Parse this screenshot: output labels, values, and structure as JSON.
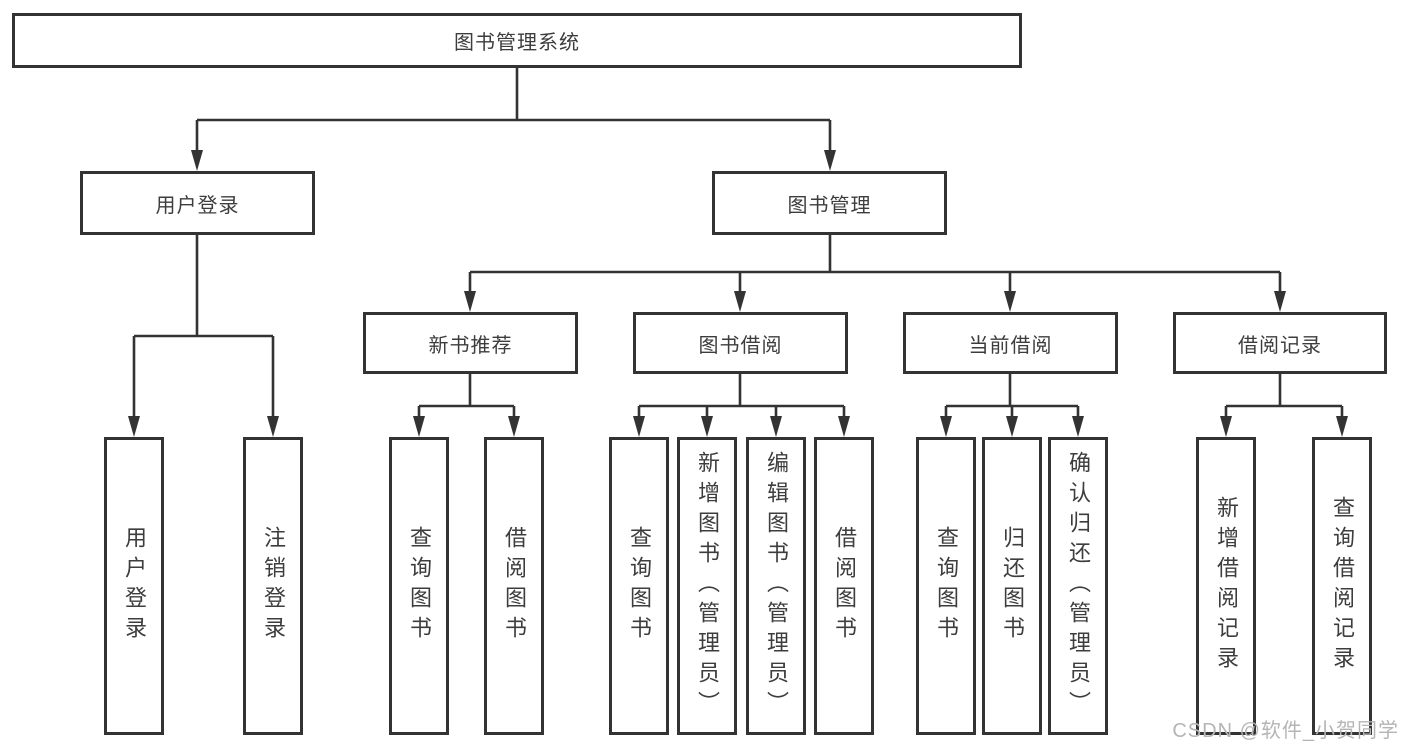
{
  "colors": {
    "line": "#333333",
    "text": "#3d3d3d",
    "watermark": "#b5b5b5",
    "background": "#ffffff"
  },
  "diagram": {
    "root": {
      "label": "图书管理系统"
    },
    "level2": [
      {
        "label": "用户登录"
      },
      {
        "label": "图书管理"
      }
    ],
    "level3": [
      {
        "label": "新书推荐"
      },
      {
        "label": "图书借阅"
      },
      {
        "label": "当前借阅"
      },
      {
        "label": "借阅记录"
      }
    ],
    "leaves": {
      "login": [
        {
          "label": "用户登录"
        },
        {
          "label": "注销登录"
        }
      ],
      "recommend": [
        {
          "label": "查询图书"
        },
        {
          "label": "借阅图书"
        }
      ],
      "borrow": [
        {
          "label": "查询图书"
        },
        {
          "label": "新增图书（管理员）"
        },
        {
          "label": "编辑图书（管理员）"
        },
        {
          "label": "借阅图书"
        }
      ],
      "current": [
        {
          "label": "查询图书"
        },
        {
          "label": "归还图书"
        },
        {
          "label": "确认归还（管理员）"
        }
      ],
      "records": [
        {
          "label": "新增借阅记录"
        },
        {
          "label": "查询借阅记录"
        }
      ]
    }
  },
  "watermark": {
    "text": "CSDN @软件_小贺同学"
  }
}
